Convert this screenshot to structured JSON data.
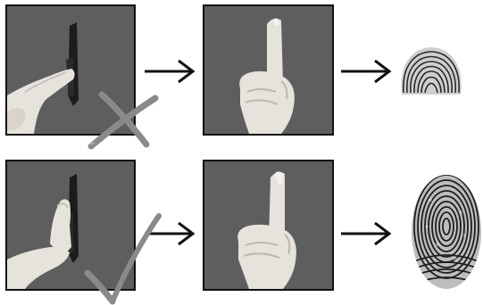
{
  "rows": [
    {
      "id": "top",
      "steps": [
        {
          "name": "wipe-finger-squeegee",
          "depicts": "finger-pressed-on-squeegee"
        },
        {
          "name": "raised-index-finger",
          "depicts": "index-finger-raised"
        },
        {
          "name": "fingerprint-result",
          "quality": "partial"
        }
      ],
      "verdict": "incorrect"
    },
    {
      "id": "bottom",
      "steps": [
        {
          "name": "wipe-finger-squeegee",
          "depicts": "finger-pressed-on-squeegee"
        },
        {
          "name": "raised-index-finger",
          "depicts": "index-finger-raised"
        },
        {
          "name": "fingerprint-result",
          "quality": "full"
        }
      ],
      "verdict": "correct"
    }
  ],
  "icons": {
    "arrow": "arrow-right-icon",
    "incorrect": "cross-mark-icon",
    "correct": "check-mark-icon"
  },
  "colors": {
    "panel_bg": "#5e5e5e",
    "panel_border": "#111111",
    "skin": "#e6e2dc",
    "squeegee": "#1c1c1c",
    "mark_gray": "#8a8a8a",
    "ink": "#2a2a2a"
  }
}
